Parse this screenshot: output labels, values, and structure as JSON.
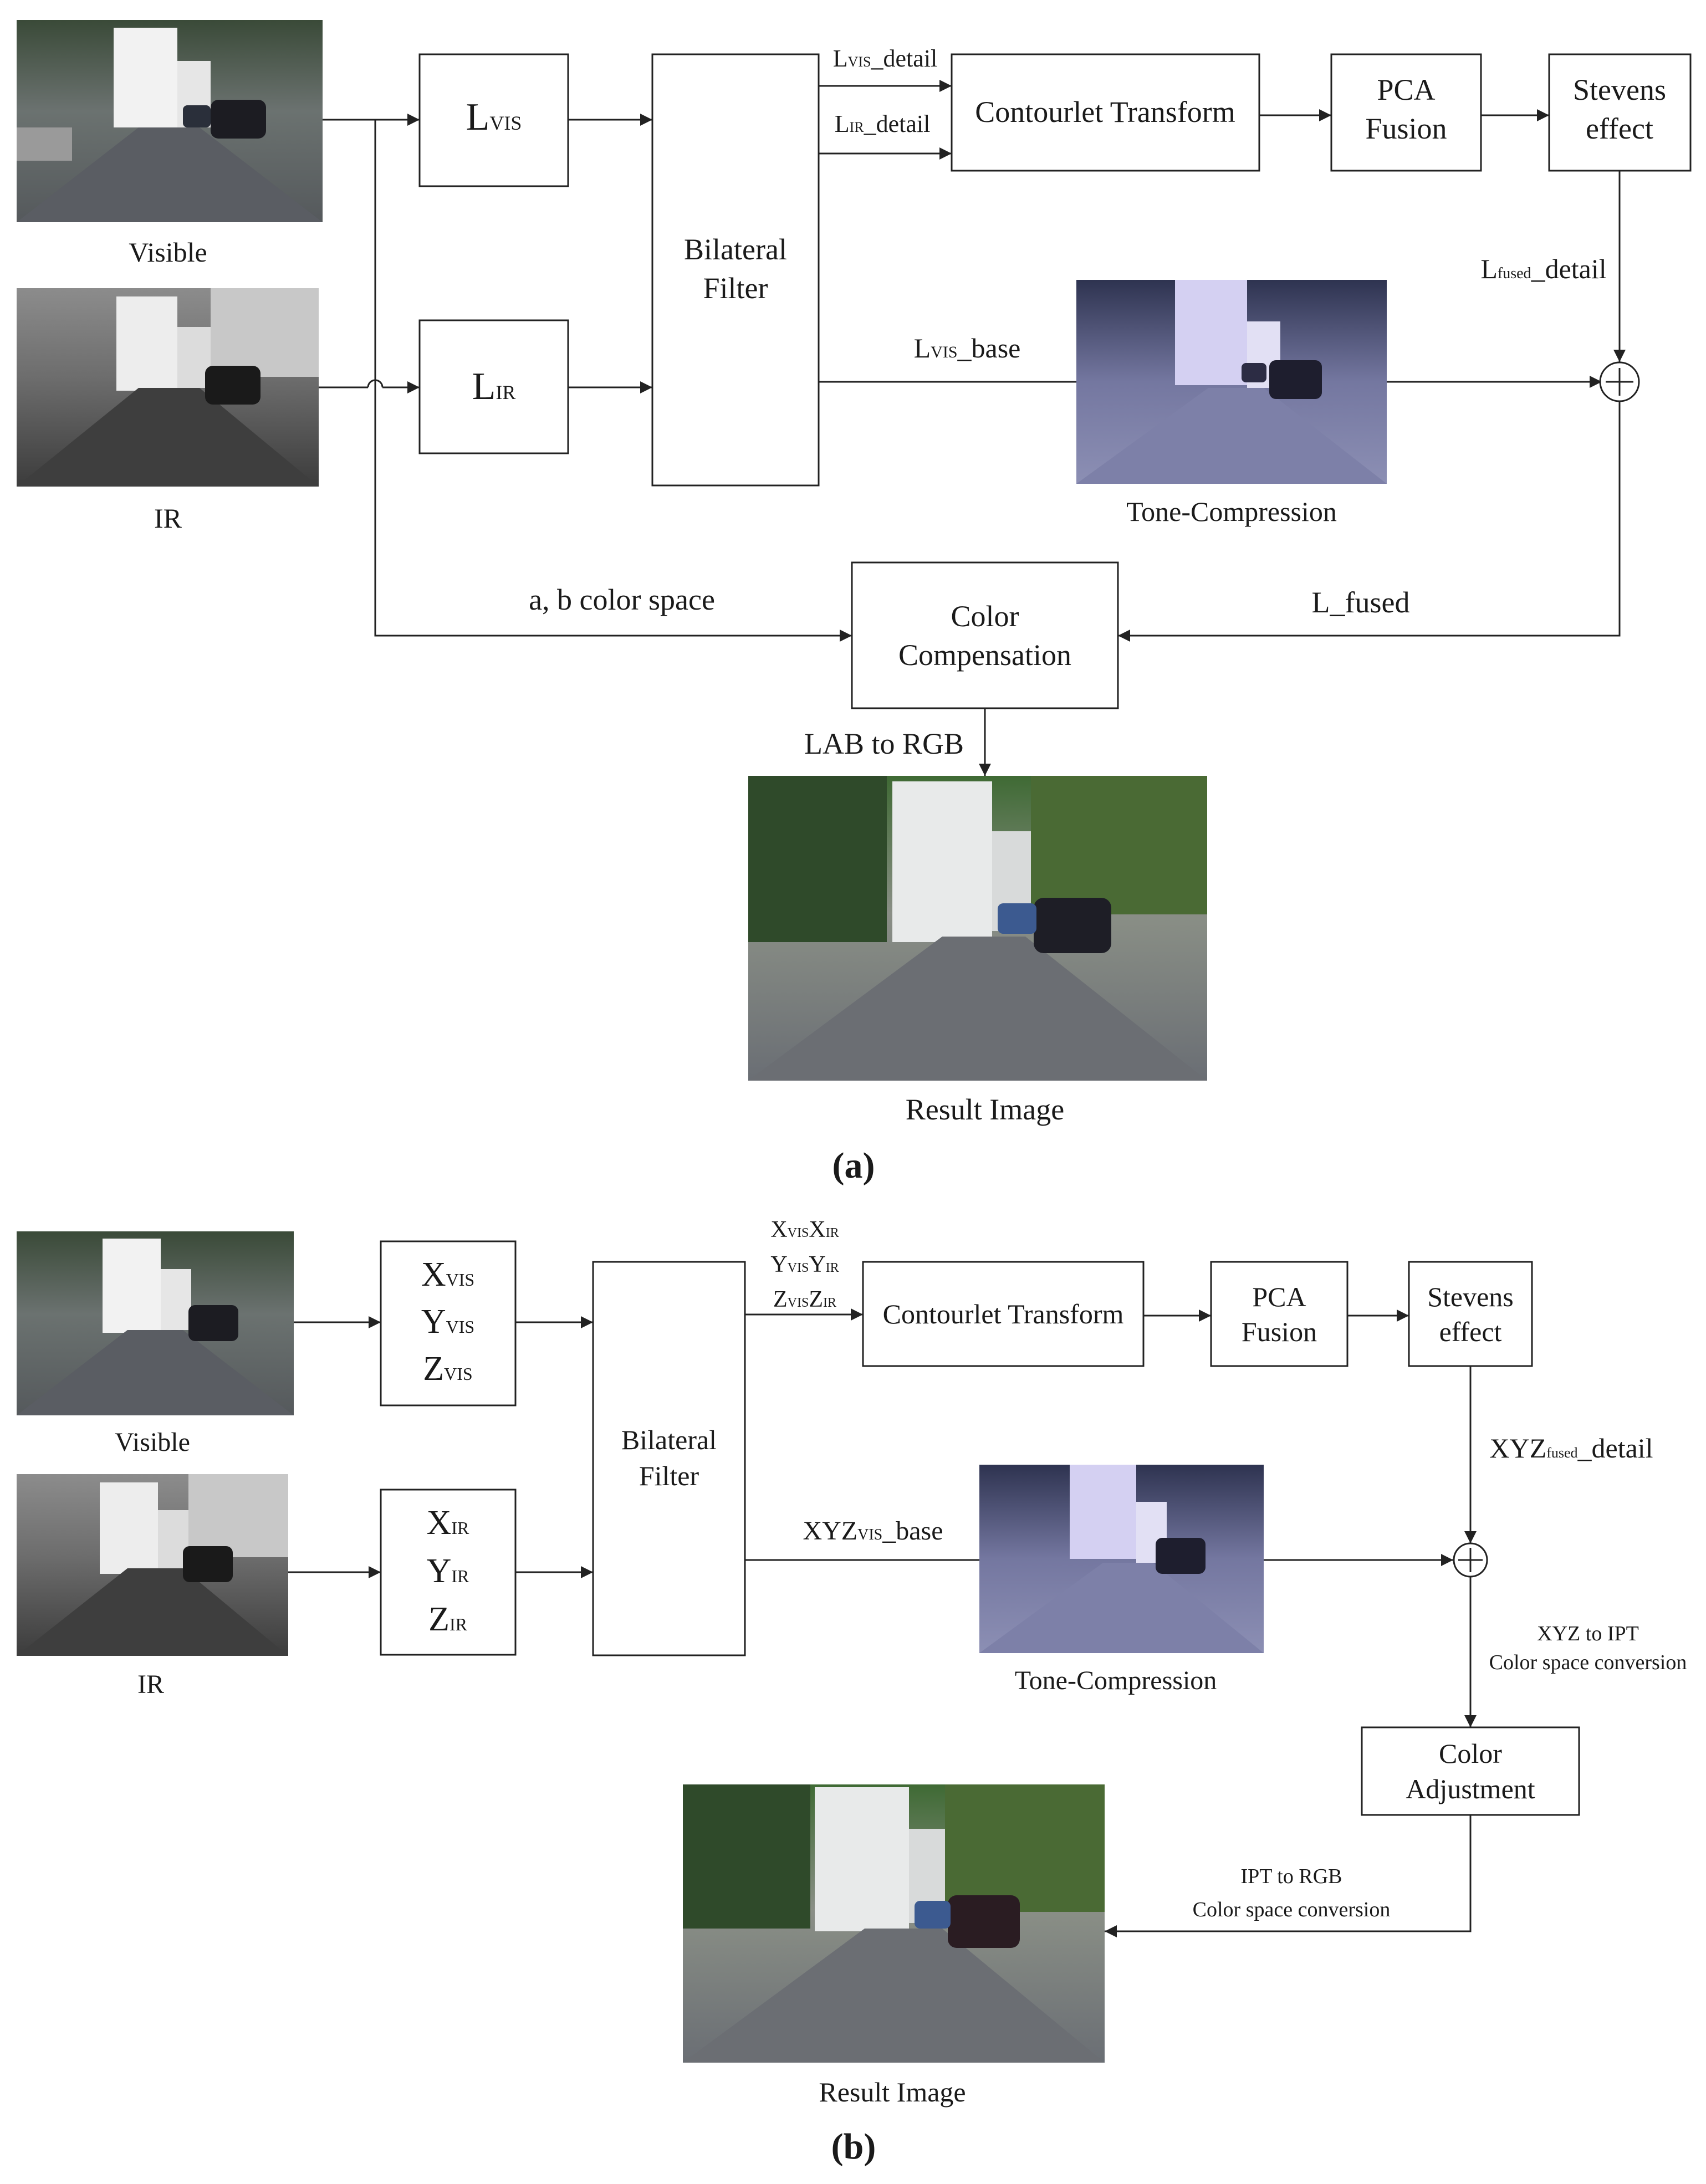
{
  "panel_a": {
    "caption": "(a)",
    "visible_label": "Visible",
    "ir_label": "IR",
    "box_l_vis": {
      "main": "L",
      "sub": "VIS"
    },
    "box_l_ir": {
      "main": "L",
      "sub": "IR"
    },
    "bilateral_filter": [
      "Bilateral",
      "Filter"
    ],
    "l_vis_detail": {
      "main": "L",
      "sub": "VIS",
      "rest": "_detail"
    },
    "l_ir_detail": {
      "main": "L",
      "sub": "IR",
      "rest": "_detail"
    },
    "contourlet_transform": "Contourlet Transform",
    "pca_fusion": [
      "PCA",
      "Fusion"
    ],
    "stevens_effect": [
      "Stevens",
      "effect"
    ],
    "l_fused_detail": {
      "main": "L",
      "sub": "fused",
      "rest": "_detail"
    },
    "l_vis_base": {
      "main": "L",
      "sub": "VIS",
      "rest": "_base"
    },
    "tone_compression": "Tone-Compression",
    "ab_color_space": "a, b color space",
    "color_compensation": [
      "Color",
      "Compensation"
    ],
    "l_fused": "L_fused",
    "lab_to_rgb": "LAB to RGB",
    "result_image": "Result Image",
    "plus_symbol": "+"
  },
  "panel_b": {
    "caption": "(b)",
    "visible_label": "Visible",
    "ir_label": "IR",
    "xyz_vis": [
      {
        "main": "X",
        "sub": "VIS"
      },
      {
        "main": "Y",
        "sub": "VIS"
      },
      {
        "main": "Z",
        "sub": "VIS"
      }
    ],
    "xyz_ir": [
      {
        "main": "X",
        "sub": "IR"
      },
      {
        "main": "Y",
        "sub": "IR"
      },
      {
        "main": "Z",
        "sub": "IR"
      }
    ],
    "bilateral_filter": [
      "Bilateral",
      "Filter"
    ],
    "detail_pairs": [
      {
        "a": "X",
        "a_sub": "VIS",
        "b": "X",
        "b_sub": "IR"
      },
      {
        "a": "Y",
        "a_sub": "VIS",
        "b": "Y",
        "b_sub": "IR"
      },
      {
        "a": "Z",
        "a_sub": "VIS",
        "b": "Z",
        "b_sub": "IR"
      }
    ],
    "contourlet_transform": "Contourlet Transform",
    "pca_fusion": [
      "PCA",
      "Fusion"
    ],
    "stevens_effect": [
      "Stevens",
      "effect"
    ],
    "xyz_fused_detail": {
      "main": "XYZ",
      "sub": "fused",
      "rest": "_detail"
    },
    "xyz_vis_base": {
      "main": "XYZ",
      "sub": "VIS",
      "rest": "_base"
    },
    "tone_compression": "Tone-Compression",
    "xyz_to_ipt": [
      "XYZ to IPT",
      "Color space conversion"
    ],
    "color_adjustment": [
      "Color",
      "Adjustment"
    ],
    "ipt_to_rgb": [
      "IPT to RGB",
      "Color space conversion"
    ],
    "result_image": "Result Image",
    "plus_symbol": "+"
  }
}
